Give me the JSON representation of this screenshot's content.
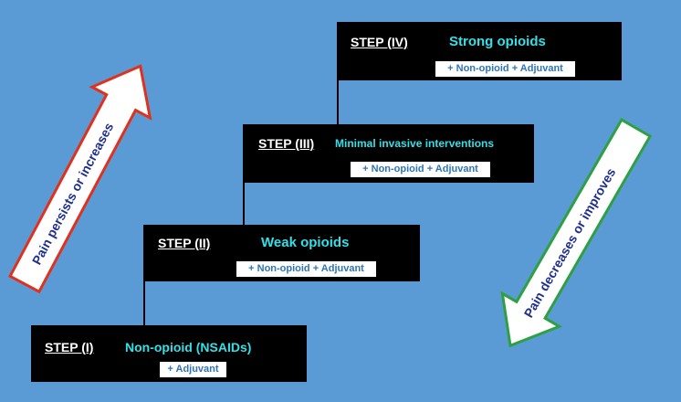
{
  "colors": {
    "background": "#5B9BD5",
    "box": "#000000",
    "title": "#33E0E8",
    "note_text": "#2E75B6",
    "up_arrow_border": "#E0301E",
    "down_arrow_border": "#2EA043",
    "arrow_text": "#1F2F8F"
  },
  "steps": [
    {
      "label": "STEP (I)",
      "title": "Non-opioid (NSAIDs)",
      "note": "+ Adjuvant"
    },
    {
      "label": "STEP (II)",
      "title": "Weak opioids",
      "note": "+ Non-opioid + Adjuvant"
    },
    {
      "label": "STEP (III)",
      "title": "Minimal invasive interventions",
      "note": "+ Non-opioid + Adjuvant"
    },
    {
      "label": "STEP (IV)",
      "title": "Strong opioids",
      "note": "+ Non-opioid + Adjuvant"
    }
  ],
  "arrows": {
    "up_label": "Pain persists or increases",
    "down_label": "Pain decreases or improves"
  }
}
